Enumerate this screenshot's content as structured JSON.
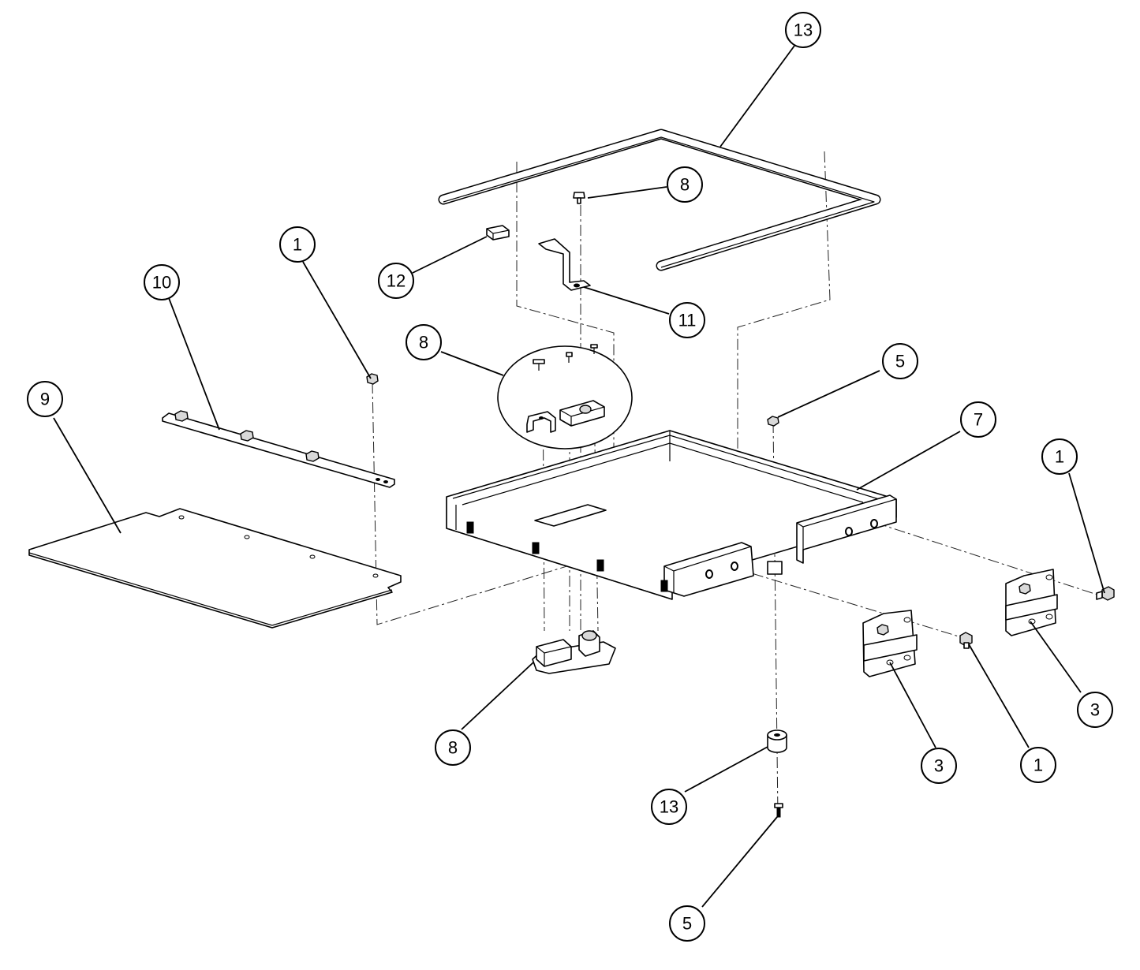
{
  "balloons": [
    {
      "id": "b13-top",
      "label": "13"
    },
    {
      "id": "b8-top",
      "label": "8"
    },
    {
      "id": "b12",
      "label": "12"
    },
    {
      "id": "b11",
      "label": "11"
    },
    {
      "id": "b1-left",
      "label": "1"
    },
    {
      "id": "b10",
      "label": "10"
    },
    {
      "id": "b8-mid",
      "label": "8"
    },
    {
      "id": "b9",
      "label": "9"
    },
    {
      "id": "b5-top",
      "label": "5"
    },
    {
      "id": "b7",
      "label": "7"
    },
    {
      "id": "b1-right",
      "label": "1"
    },
    {
      "id": "b3-right",
      "label": "3"
    },
    {
      "id": "b3-mid",
      "label": "3"
    },
    {
      "id": "b1-bottom",
      "label": "1"
    },
    {
      "id": "b8-bottom",
      "label": "8"
    },
    {
      "id": "b13-bottom",
      "label": "13"
    },
    {
      "id": "b5-bottom",
      "label": "5"
    }
  ]
}
